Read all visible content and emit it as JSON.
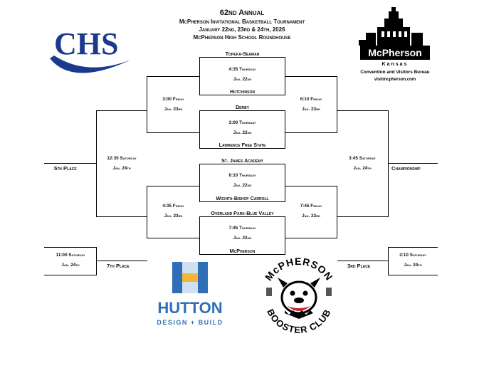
{
  "header": {
    "title": "62nd Annual",
    "subtitle": "McPherson Invitational Basketball Tournament",
    "dates": "January 22nd, 23rd & 24th, 2026",
    "venue": "McPherson High School Roundhouse"
  },
  "logos": {
    "chs": "CHS",
    "mcpherson": {
      "name": "McPherson",
      "state": "Kansas",
      "bureau": "Convention and Visitors Bureau",
      "url": "visitmcpherson.com"
    },
    "hutton": {
      "name": "HUTTON",
      "tagline": "DESIGN + BUILD"
    },
    "booster": {
      "top": "McPHERSON",
      "bottom": "BOOSTER CLUB"
    }
  },
  "teams": {
    "t1": "Topeka-Seaman",
    "t2": "Hutchinson",
    "t3": "Derby",
    "t4": "Lawrence Free State",
    "t5": "St. James Academy",
    "t6": "Wichita-Bishop Carroll",
    "t7": "Overland Park-Blue Valley",
    "t8": "McPherson"
  },
  "games": {
    "q1": {
      "time": "4:35 Thursday",
      "date": "Jan. 22nd"
    },
    "q2": {
      "time": "3:00 Thursday",
      "date": "Jan. 22nd"
    },
    "q3": {
      "time": "6:10 Thursday",
      "date": "Jan. 22nd"
    },
    "q4": {
      "time": "7:45 Thursday",
      "date": "Jan. 22nd"
    },
    "cl1": {
      "time": "3:00 Friday",
      "date": "Jan. 23rd"
    },
    "cl2": {
      "time": "4:35 Friday",
      "date": "Jan. 23rd"
    },
    "sr1": {
      "time": "6:10 Friday",
      "date": "Jan. 23rd"
    },
    "sr2": {
      "time": "7:45 Friday",
      "date": "Jan. 23rd"
    },
    "fifth": {
      "time": "12:35 Saturday",
      "date": "Jan. 24th"
    },
    "champ": {
      "time": "3:45 Saturday",
      "date": "Jan. 24th"
    },
    "seventh": {
      "time": "11:00 Saturday",
      "date": "Jan. 24th"
    },
    "third": {
      "time": "2:10 Saturday",
      "date": "Jan. 24th"
    }
  },
  "places": {
    "fifth": "5th Place",
    "championship": "Championship",
    "seventh": "7th Place",
    "third": "3rd Place"
  },
  "colors": {
    "chs_blue": "#1b3a8c",
    "hutton_blue": "#2f6fb6",
    "hutton_yellow": "#f2b632",
    "booster_red": "#c0262d"
  }
}
